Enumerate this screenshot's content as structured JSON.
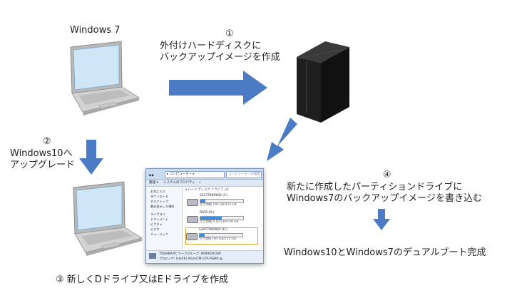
{
  "labels": {
    "windows7": "Windows 7",
    "step1_num": "①",
    "step1_line1": "外付けハードディスクに",
    "step1_line2": "バックアップイメージを作成",
    "step2_num": "②",
    "step2_line1": "Windows10へ",
    "step2_line2": "アップグレード",
    "step3": "③  新しくDドライブ又はEドライブを作成",
    "step4_num": "④",
    "step4_line1": "新たに作成したパーティションドライブに",
    "step4_line2": "Windows7のバックアップイメージを書き込む",
    "result": "Windows10とWindows7のデュアルブート完成"
  },
  "explorer": {
    "address": "▸ コンピューター ▸",
    "search": "コンピューターの検索",
    "toolbar_organize": "整理 ▾",
    "toolbar_props": "システムのプロパティ",
    "toolbar_more": "»",
    "nav": [
      "お気に入り",
      "ダウンロード",
      "デスクトップ",
      "最近表示した場所",
      "ライブラリ",
      "ドキュメント",
      "ピクチャ",
      "ビデオ",
      "ミュージック"
    ],
    "group_header": "▾ ハード ディスク ドライブ (3)",
    "drives": [
      {
        "name": "S3A7780D002 (C:)",
        "size": "空き領域 195 GB/215 GB",
        "fill": 0.12
      },
      {
        "name": "DATA (D:)",
        "size": "空き領域 5.02 GB/9.99 GB",
        "fill": 0.5
      },
      {
        "name": "S3A7780D002 (E:)",
        "size": "空き領域 195 GB/215 GB",
        "fill": 0.12
      }
    ],
    "status_line1": "TOSHIBA-PC  ワークグループ: WORKGROUP",
    "status_line2": "プロセッサ: Intel(R) Atom(TM) CPU N280 @"
  },
  "colors": {
    "arrow": "#4a7bc4",
    "screen": "#cfe6f7",
    "laptop_body": "#d3d3d3",
    "hdd": "#1a1a1a"
  }
}
